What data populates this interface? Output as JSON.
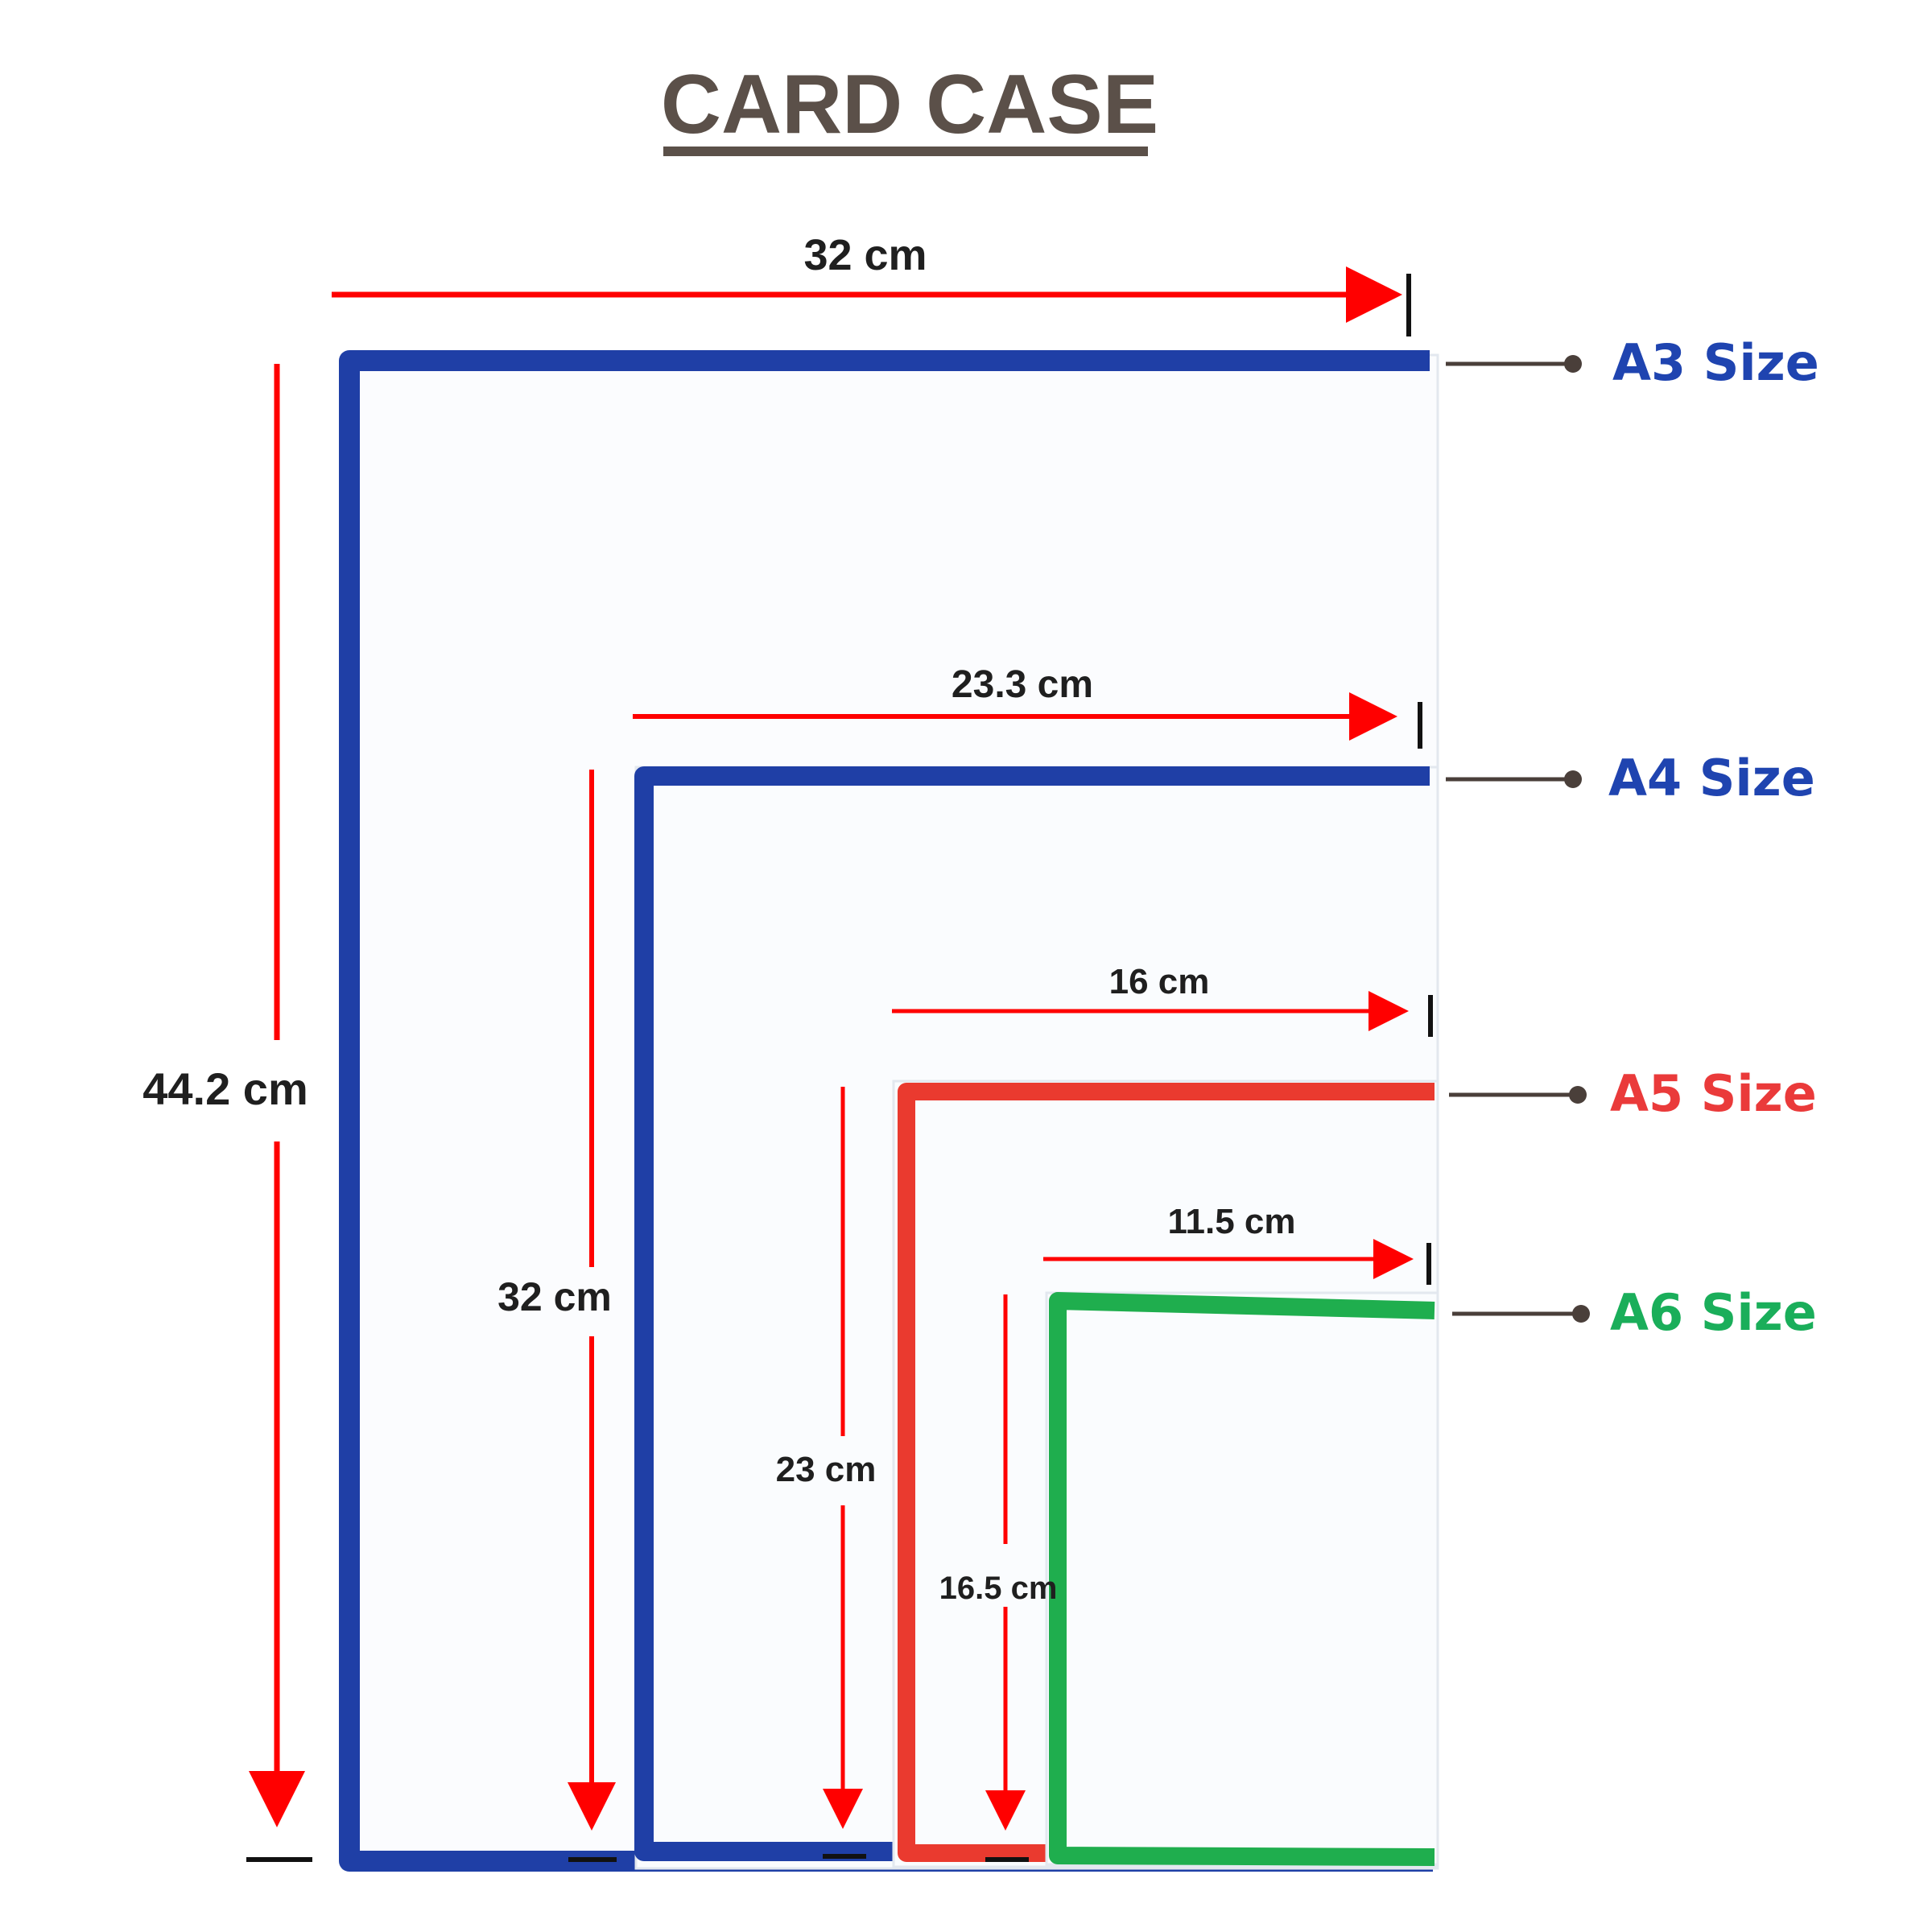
{
  "title": "CARD CASE",
  "colors": {
    "title": "#5b5049",
    "arrow": "#ff0000",
    "blue_frame": "#1f3fa6",
    "red_frame": "#ea3a2f",
    "green_frame": "#1fae4e",
    "a3_label": "#1f44b0",
    "a4_label": "#1f44b0",
    "a5_label": "#ea3a3a",
    "a6_label": "#1aae5a",
    "leader": "#4a3f3a"
  },
  "cases": [
    {
      "name": "A3 Size",
      "width_label": "32 cm",
      "height_label": "44.2 cm",
      "frame_color": "blue"
    },
    {
      "name": "A4 Size",
      "width_label": "23.3 cm",
      "height_label": "32 cm",
      "frame_color": "blue"
    },
    {
      "name": "A5 Size",
      "width_label": "16 cm",
      "height_label": "23 cm",
      "frame_color": "red"
    },
    {
      "name": "A6 Size",
      "width_label": "11.5 cm",
      "height_label": "16.5 cm",
      "frame_color": "green"
    }
  ]
}
